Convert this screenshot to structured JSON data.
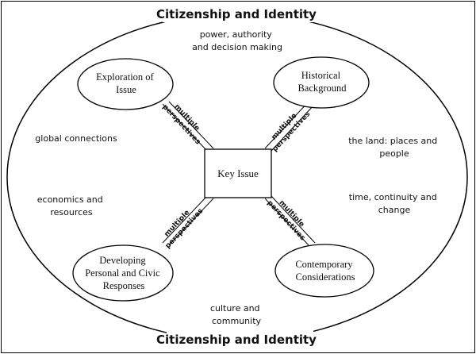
{
  "title_top": "Citizenship and Identity",
  "title_bottom": "Citizenship and Identity",
  "center": "Key Issue",
  "connector_label": [
    "multiple",
    "perspectives"
  ],
  "nodes": {
    "exploration": [
      "Exploration of",
      "Issue"
    ],
    "historical": [
      "Historical",
      "Background"
    ],
    "developing": [
      "Developing",
      "Personal and Civic",
      "Responses"
    ],
    "contemporary": [
      "Contemporary",
      "Considerations"
    ]
  },
  "themes": {
    "power": [
      "power, authority",
      "and decision making"
    ],
    "global": [
      "global connections"
    ],
    "economics": [
      "economics and",
      "resources"
    ],
    "land": [
      "the land: places and",
      "people"
    ],
    "time": [
      "time, continuity and",
      "change"
    ],
    "culture": [
      "culture and",
      "community"
    ]
  }
}
